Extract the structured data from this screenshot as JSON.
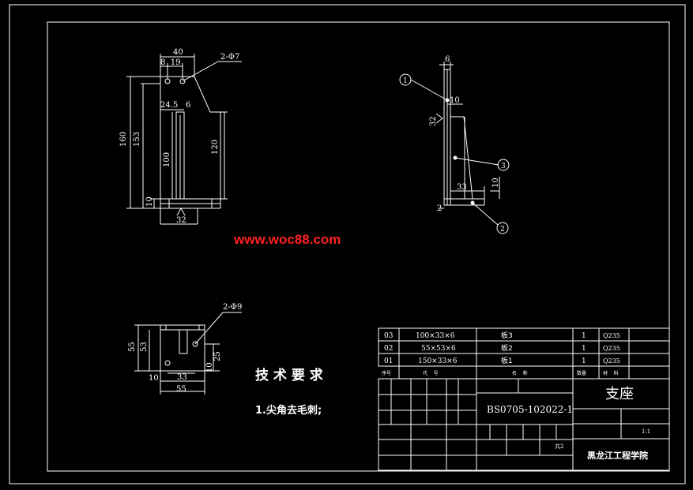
{
  "watermark": "www.woc88.com",
  "front_view": {
    "dim_width": "40",
    "dim_offsets": "8  19",
    "dim_hole_label": "2-Φ7",
    "dim_slot_pos": "24.5",
    "dim_slot_w": "6",
    "dim_height": "160",
    "dim_height_inner": "153",
    "dim_slot_len": "100",
    "dim_right_height": "120",
    "dim_bottom": "10",
    "dim_base_w": "32"
  },
  "side_view": {
    "dim_top": "6",
    "dim_hole": "10",
    "dim_32": "32",
    "dim_33": "33",
    "dim_10": "10",
    "dim_2": "2",
    "balloons": [
      "1",
      "3",
      "2"
    ]
  },
  "bottom_view": {
    "dim_hole_label": "2-Φ9",
    "dim_55_v": "55",
    "dim_53_v": "53",
    "dim_25": "25",
    "dim_10_r": "10",
    "dim_10_l": "10",
    "dim_33": "33",
    "dim_55_h": "55"
  },
  "tech_req": {
    "title": "技 术 要 求",
    "item1": "1.尖角去毛刺;"
  },
  "bom": {
    "rows": [
      {
        "no": "03",
        "spec": "100×33×6",
        "name": "板3",
        "qty": "1",
        "mat": "Q235"
      },
      {
        "no": "02",
        "spec": "55×53×6",
        "name": "板2",
        "qty": "1",
        "mat": "Q235"
      },
      {
        "no": "01",
        "spec": "150×33×6",
        "name": "板1",
        "qty": "1",
        "mat": "Q235"
      }
    ],
    "header_no": "序号",
    "header_spec": "代    号",
    "header_name": "名    称",
    "header_qty": "数量",
    "header_mat": "材    料"
  },
  "title_block": {
    "drawing_no": "BS0705-102022-1",
    "part_name": "支座",
    "school": "黑龙江工程学院",
    "scale": "1:1",
    "sheet": "共2"
  }
}
